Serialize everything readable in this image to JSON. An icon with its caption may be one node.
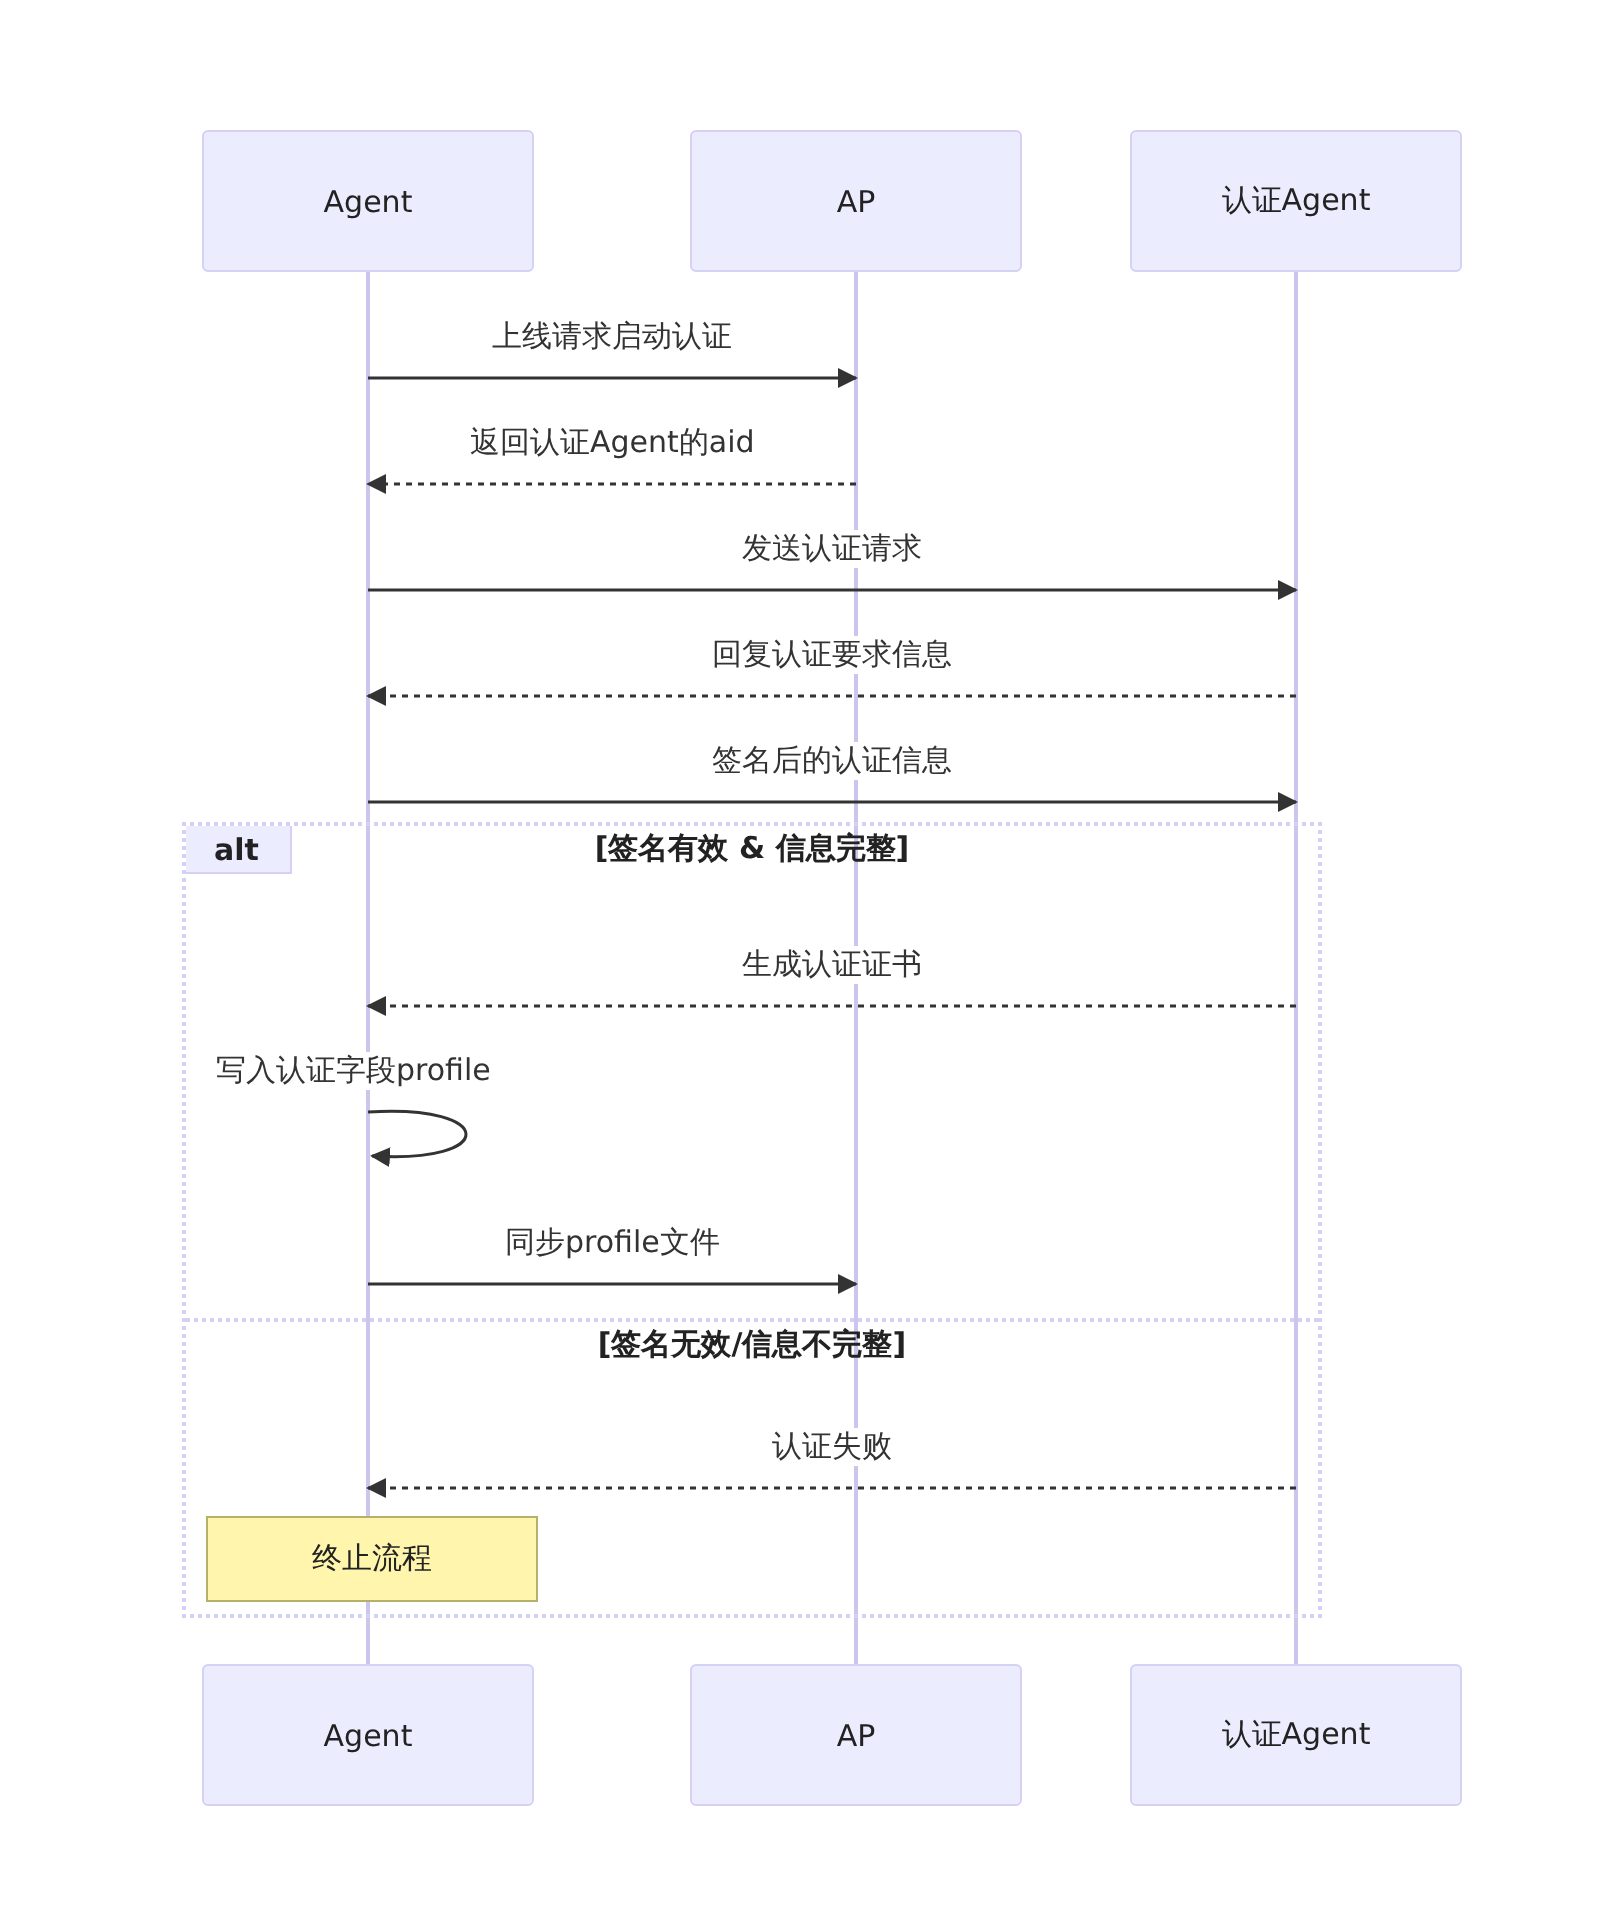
{
  "diagram": {
    "nodes": [
      {
        "text": [
          "Agent"
        ]
      },
      {
        "text": [
          "AP"
        ]
      },
      {
        "text": [
          "认证Agent"
        ]
      },
      {
        "text": [],
        "shape": "line"
      },
      {
        "text": [],
        "shape": "line"
      },
      {
        "text": [],
        "shape": "line"
      },
      {
        "text": [
          "alt",
          "[签名有效 & 信息完整]",
          "[签名无效/信息不完整]"
        ]
      },
      {
        "text": [
          "终止流程"
        ],
        "in": 6
      },
      {
        "text": [
          "Agent"
        ]
      },
      {
        "text": [
          "AP"
        ]
      },
      {
        "text": [
          "认证Agent"
        ]
      }
    ],
    "edges": [
      {
        "from": 3,
        "to": 4,
        "arrow": "to",
        "label": "上线请求启动认证"
      },
      {
        "from": 4,
        "to": 3,
        "arrow": "to",
        "label": "返回认证Agent的aid",
        "style": "dashed"
      },
      {
        "from": 3,
        "to": 5,
        "arrow": "to",
        "label": "发送认证请求"
      },
      {
        "from": 5,
        "to": 3,
        "arrow": "to",
        "label": "回复认证要求信息",
        "style": "dashed"
      },
      {
        "from": 3,
        "to": 5,
        "arrow": "to",
        "label": "签名后的认证信息"
      },
      {
        "from": 5,
        "to": 3,
        "arrow": "to",
        "label": "生成认证证书",
        "style": "dashed"
      },
      {
        "from": 3,
        "to": 3,
        "arrow": "to",
        "label": "写入认证字段profile"
      },
      {
        "from": 3,
        "to": 4,
        "arrow": "to",
        "label": "同步profile文件"
      },
      {
        "from": 5,
        "to": 3,
        "arrow": "to",
        "label": "认证失败",
        "style": "dashed"
      }
    ]
  }
}
